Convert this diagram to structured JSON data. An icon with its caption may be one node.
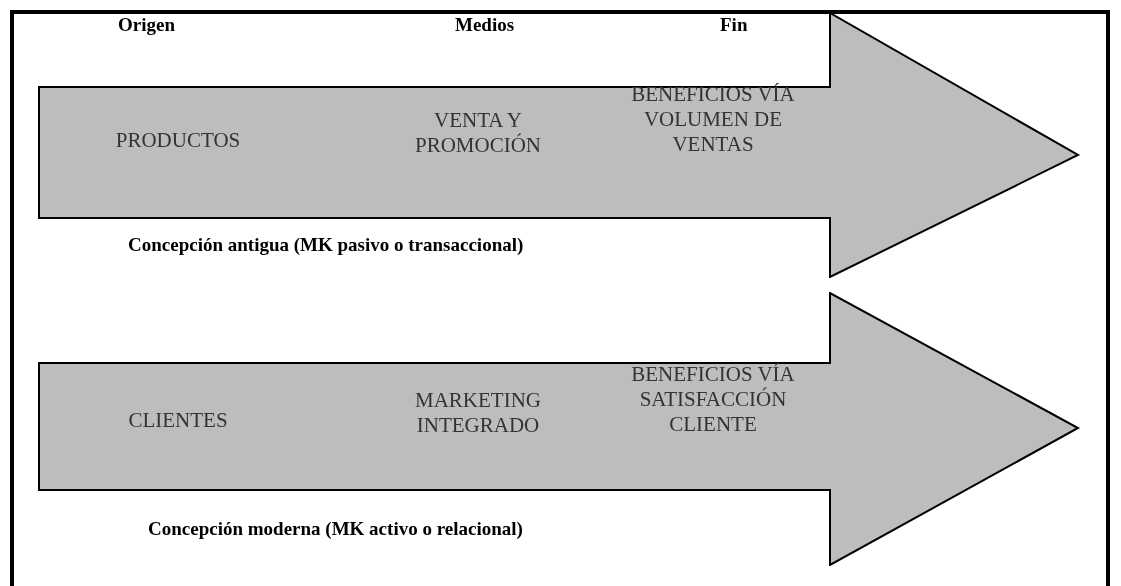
{
  "diagram": {
    "nodes": [
      {
        "text": [
          "PRODUCTOS",
          "VENTA Y PROMOCIÓN",
          "BENEFICIOS VÍA VOLUMEN DE VENTAS"
        ],
        "beside": [
          "Concepción antigua (MK pasivo o transaccional)"
        ]
      },
      {
        "text": [
          "CLIENTES",
          "MARKETING INTEGRADO",
          "BENEFICIOS VÍA SATISFACCIÓN CLIENTE"
        ],
        "beside": [
          "Concepción moderna (MK activo o relacional)"
        ]
      }
    ],
    "labels": [
      "Origen",
      "Medios",
      "Fin"
    ]
  }
}
